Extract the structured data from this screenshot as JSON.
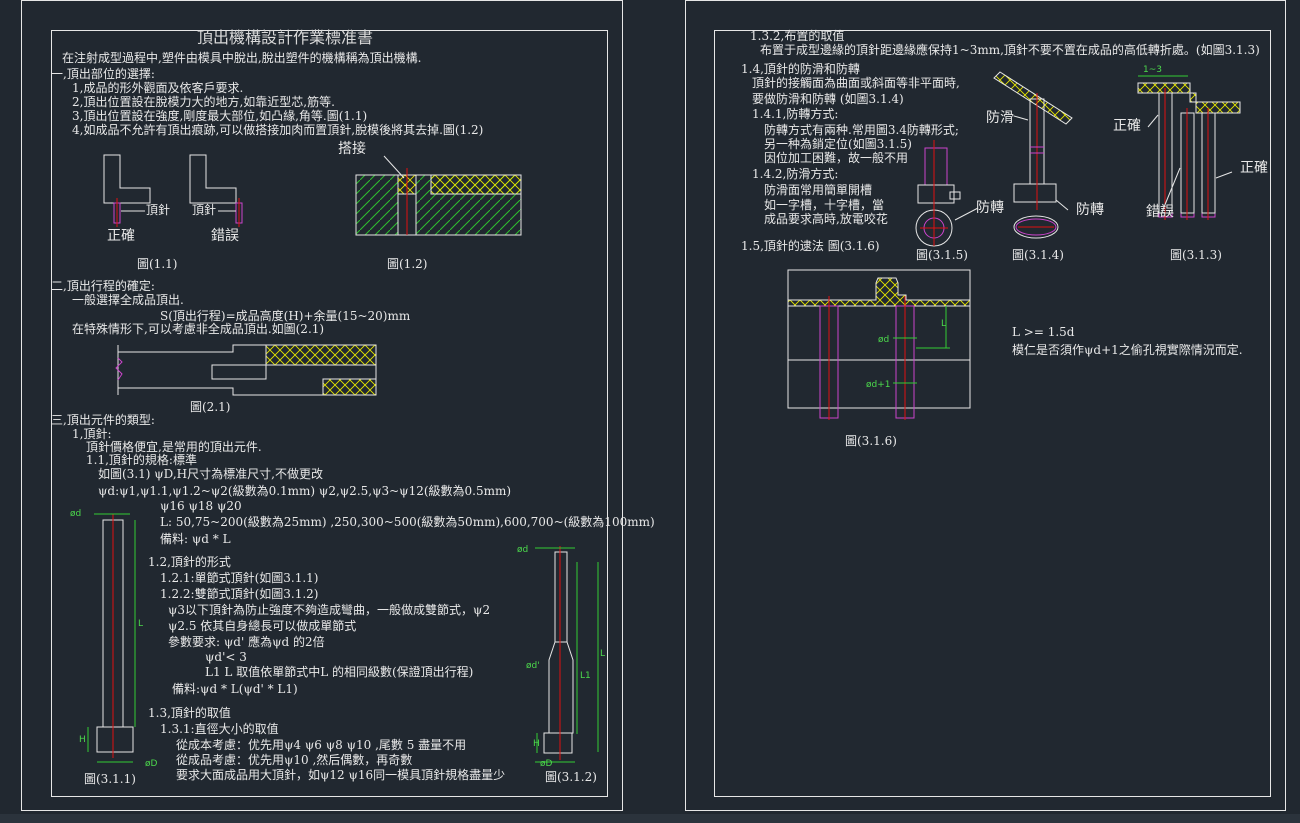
{
  "colors": {
    "background": "#212830",
    "frame": "#e6e6e6",
    "text": "#e8e8e8",
    "hatch": "#e6e600",
    "green_hatch": "#2fbf2f",
    "pin_axis": "#e01010",
    "pin_tip": "#cc44cc",
    "dimension": "#33cc33",
    "dim_label": "#4cd94c"
  },
  "left_sheet": {
    "title": "頂出機構設計作業標准書",
    "intro": "在注射成型過程中,塑件由模具中脫出,脫出塑件的機構稱為頂出機構.",
    "s1_heading": "一,頂出部位的選擇:",
    "s1_items": [
      "1,成品的形外觀面及依客戶要求.",
      "2,頂出位置設在脫模力大的地方,如靠近型芯,筋等.",
      "3,頂出位置設在強度,剛度最大部位,如凸緣,角等.圖(1.1)",
      "4,如成品不允許有頂出痕跡,可以做搭接加肉而置頂針,脫模後將其去掉.圖(1.2)"
    ],
    "fig11_labels": [
      "頂針",
      "頂針",
      "正確",
      "錯誤"
    ],
    "fig11_caption": "圖(1.1)",
    "fig12_label": "搭接",
    "fig12_caption": "圖(1.2)",
    "s2_heading": "二,頂出行程的確定:",
    "s2_lines": [
      "一般選擇全成品頂出.",
      "S(頂出行程)=成品高度(H)+余量(15~20)mm",
      "在特殊情形下,可以考慮非全成品頂出.如圖(2.1)"
    ],
    "fig21_caption": "圖(2.1)",
    "s3_heading": "三,頂出元件的類型:",
    "s3_lines": [
      "1,頂針:",
      "頂針價格便宜,是常用的頂出元件.",
      "1.1,頂針的規格:標準",
      "如圖(3.1) ψD,H尺寸為標准尺寸,不做更改",
      "ψd:ψ1,ψ1.1,ψ1.2~ψ2(級數為0.1mm)  ψ2,ψ2.5,ψ3~ψ12(級數為0.5mm)",
      "ψ16 ψ18 ψ20",
      "L: 50,75~200(級數為25mm) ,250,300~500(級數為50mm),600,700~(級數為100mm)",
      "備料: ψd * L",
      "1.2,頂針的形式",
      "1.2.1:單節式頂針(如圖3.1.1)",
      "1.2.2:雙節式頂針(如圖3.1.2)",
      "ψ3以下頂針為防止強度不夠造成彎曲，一般做成雙節式，ψ2",
      "ψ2.5 依其自身總長可以做成單節式",
      "參數要求: ψd' 應為ψd 的2倍",
      "ψd'< 3",
      "L1 L 取值依單節式中L 的相同級數(保證頂出行程)",
      "備料:ψd * L(ψd' * L1)",
      "1.3,頂針的取值",
      "1.3.1:直徑大小的取值",
      "從成本考慮：优先用ψ4 ψ6 ψ8 ψ10 ,尾數 5 盡量不用",
      "從成品考慮：优先用ψ10 ,然后偶數，再奇數",
      "要求大面成品用大頂針，如ψ12 ψ16同一模具頂針規格盡量少"
    ],
    "fig311_dims": [
      "ød",
      "L",
      "H",
      "øD"
    ],
    "fig311_caption": "圖(3.1.1)",
    "fig312_dims": [
      "ød",
      "ød'",
      "L1",
      "L",
      "H",
      "øD"
    ],
    "fig312_caption": "圖(3.1.2)"
  },
  "right_sheet": {
    "s132_heading": "1.3.2,布置的取值",
    "s132_text": "布置于成型邊緣的頂針距邊緣應保持1~3mm,頂針不要不置在成品的高低轉折處。(如圖3.1.3)",
    "s14_lines": [
      "1.4,頂針的防滑和防轉",
      "頂針的接觸面為曲面或斜面等非平面時,",
      "要做防滑和防轉 (如圖3.1.4)",
      "1.4.1,防轉方式:",
      "防轉方式有兩种.常用圖3.4防轉形式;",
      "另一种為銷定位(如圖3.1.5)",
      "因位加工困難，故一般不用",
      "1.4.2,防滑方式:",
      "防滑面常用簡單開槽",
      "如一字槽，十字槽，當",
      "成品要求高時,放電咬花"
    ],
    "s15_text": "1.5,頂針的逮法 圖(3.1.6)",
    "fig315_label": "防轉",
    "fig315_caption": "圖(3.1.5)",
    "fig314_labels": [
      "防滑",
      "防轉"
    ],
    "fig314_caption": "圖(3.1.4)",
    "fig313_labels": [
      "1~3",
      "正確",
      "正確",
      "錯誤"
    ],
    "fig313_caption": "圖(3.1.3)",
    "fig316_dims": [
      "ød",
      "ød+1",
      "L"
    ],
    "fig316_caption": "圖(3.1.6)",
    "fig316_notes": [
      "L >= 1.5d",
      "模仁是否須作ψd+1之偷孔視實際情況而定."
    ]
  }
}
